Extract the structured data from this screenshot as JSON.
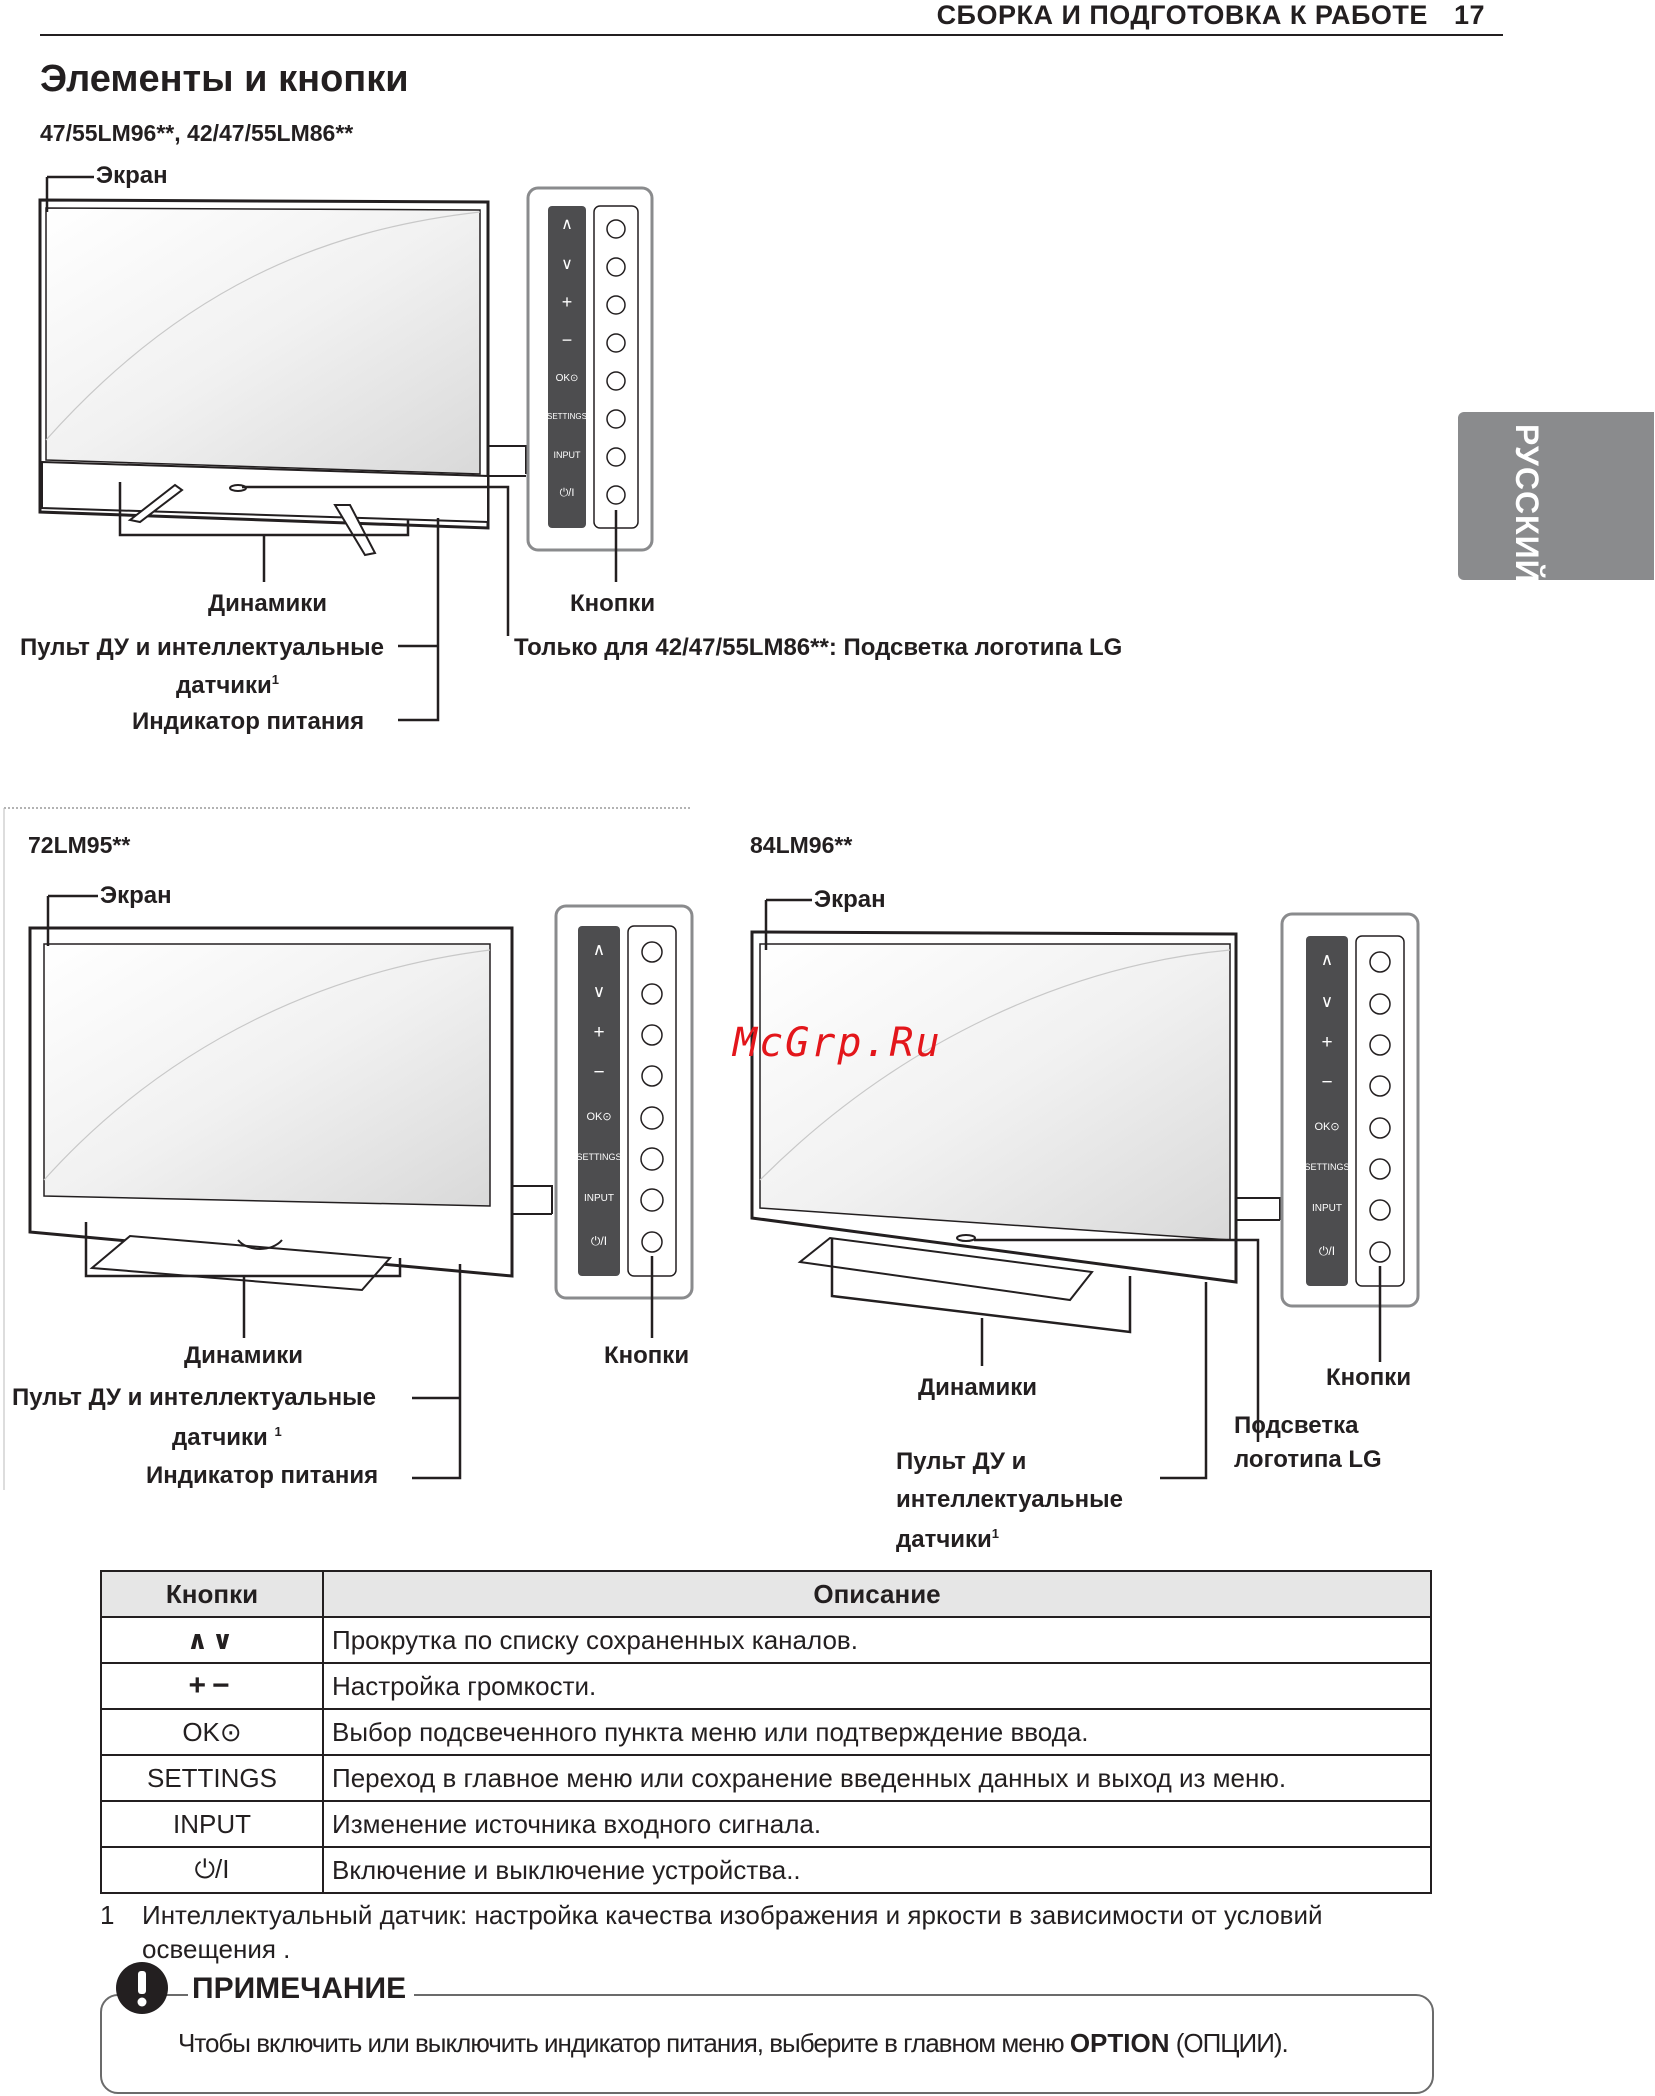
{
  "header": {
    "section": "СБОРКА И ПОДГОТОВКА К РАБОТЕ",
    "page": "17"
  },
  "title": "Элементы и кнопки",
  "side_tab": "РУССКИЙ",
  "watermark": "McGrp.Ru",
  "diagram1": {
    "model": "47/55LM96**, 42/47/55LM86**",
    "labels": {
      "screen": "Экран",
      "speakers": "Динамики",
      "buttons": "Кнопки",
      "remote_sensor": "Пульт ДУ и интеллектуальные",
      "remote_sensor2": "датчики",
      "power_led": "Индикатор питания",
      "logo_light": "Только для  42/47/55LM86**: Подсветка логотипа LG"
    }
  },
  "diagram2": {
    "model": "72LM95**",
    "labels": {
      "screen": "Экран",
      "speakers": "Динамики",
      "buttons": "Кнопки",
      "remote_sensor": "Пульт ДУ и интеллектуальные",
      "remote_sensor2": "датчики",
      "power_led": "Индикатор питания"
    }
  },
  "diagram3": {
    "model": "84LM96**",
    "labels": {
      "screen": "Экран",
      "speakers": "Динамики",
      "buttons": "Кнопки",
      "remote_sensor": "Пульт ДУ и",
      "remote_sensor2": "интеллектуальные",
      "remote_sensor3": "датчики",
      "logo_light": "Подсветка",
      "logo_light2": "логотипа LG"
    }
  },
  "panel_labels": [
    "∧",
    "∨",
    "+",
    "−",
    "OK⊙",
    "SETTINGS",
    "INPUT",
    "⏻/I"
  ],
  "footnote_mark": "1",
  "table": {
    "headers": [
      "Кнопки",
      "Описание"
    ],
    "rows": [
      {
        "key": "∧∨",
        "desc": "Прокрутка по списку сохраненных каналов."
      },
      {
        "key": "+−",
        "desc": "Настройка громкости."
      },
      {
        "key": "OK⊙",
        "desc": "Выбор подсвеченного пункта меню или подтверждение ввода."
      },
      {
        "key": "SETTINGS",
        "desc": "Переход в главное меню или сохранение введенных данных и выход из меню."
      },
      {
        "key": "INPUT",
        "desc": "Изменение источника входного сигнала."
      },
      {
        "key": "⏻/I",
        "desc": "Включение и выключение устройства.."
      }
    ]
  },
  "footnote": {
    "num": "1",
    "text": "Интеллектуальный датчик: настройка качества изображения и яркости в зависимости от условий освещения ."
  },
  "note": {
    "title": "ПРИМЕЧАНИЕ",
    "text_before": "Чтобы включить или выключить индикатор питания, выберите в главном меню ",
    "bold": "OPTION",
    "text_after": " (ОПЦИИ)."
  }
}
